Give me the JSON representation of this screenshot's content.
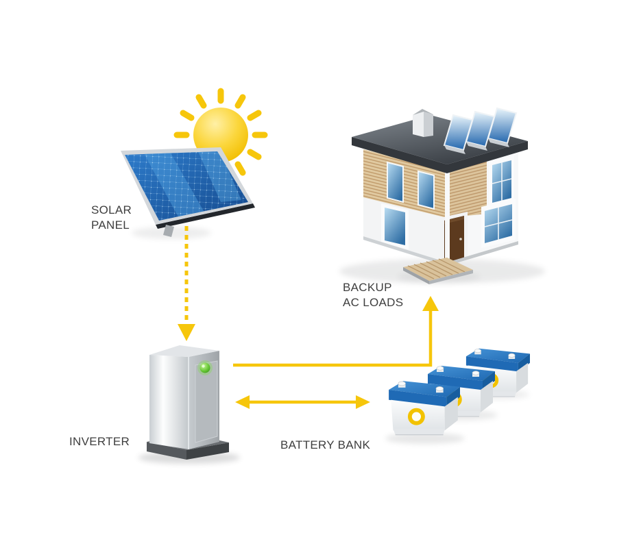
{
  "diagram": {
    "labels": {
      "solar_panel_line1": "SOLAR",
      "solar_panel_line2": "PANEL",
      "backup_line1": "BACKUP",
      "backup_line2": "AC LOADS",
      "inverter": "INVERTER",
      "battery_bank": "BATTERY BANK"
    },
    "nodes": [
      {
        "id": "solar-panel",
        "label": "SOLAR PANEL"
      },
      {
        "id": "backup-ac-loads",
        "label": "BACKUP AC LOADS"
      },
      {
        "id": "inverter",
        "label": "INVERTER"
      },
      {
        "id": "battery-bank",
        "label": "BATTERY BANK"
      }
    ],
    "connections": [
      {
        "from": "solar-panel",
        "to": "inverter",
        "style": "dashed",
        "direction": "one-way"
      },
      {
        "from": "inverter",
        "to": "backup-ac-loads",
        "style": "solid",
        "direction": "one-way"
      },
      {
        "from": "inverter",
        "to": "battery-bank",
        "style": "solid",
        "direction": "two-way"
      }
    ],
    "colors": {
      "arrow_yellow": "#F6C60B",
      "sun_yellow": "#F6C60A",
      "panel_blue": "#1D5FAE",
      "battery_lid_blue": "#2273BE",
      "battery_ring_yellow": "#F2C200",
      "roof_gray": "#42464B",
      "wood_tan": "#DCC49C",
      "window_blue": "#2E6DA4",
      "led_green": "#46B01E",
      "label_text": "#3E3E3E"
    }
  }
}
